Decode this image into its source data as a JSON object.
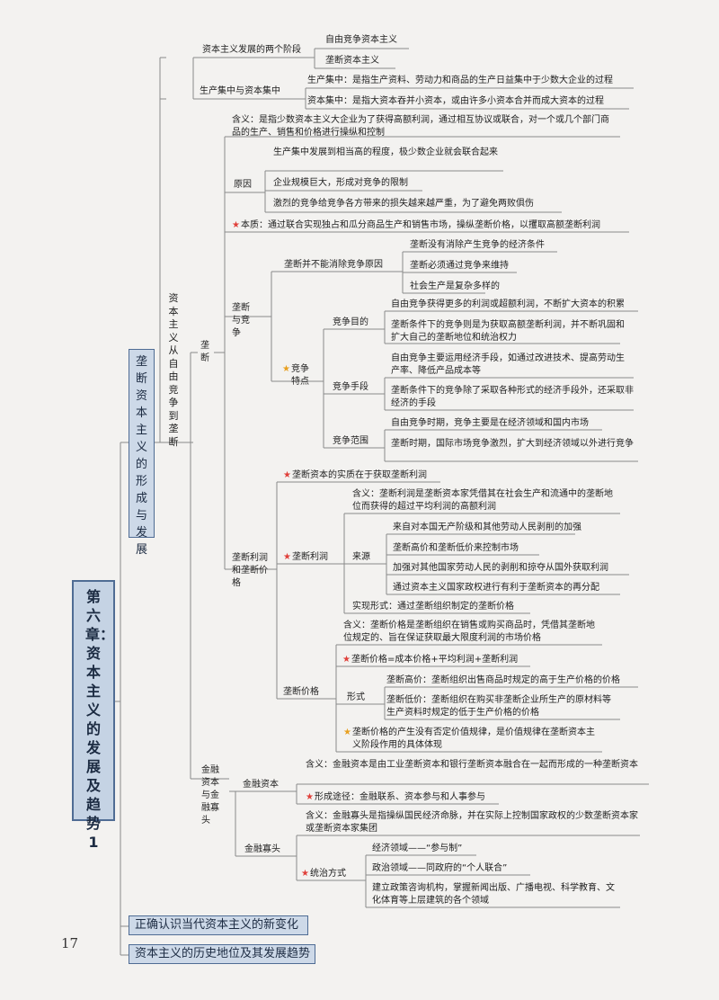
{
  "page_number": "17",
  "root": {
    "label": "第六章：资本主义的发展及趋势1"
  },
  "branch1": {
    "label": "垄断资本主义的形成与发展",
    "stages": {
      "label": "资本主义发展的两个阶段",
      "items": [
        "自由竞争资本主义",
        "垄断资本主义"
      ]
    },
    "concentration": {
      "label": "生产集中与资本集中",
      "items": [
        "生产集中：是指生产资料、劳动力和商品的生产日益集中于少数大企业的过程",
        "资本集中：是指大资本吞并小资本，或由许多小资本合并而成大资本的过程"
      ]
    },
    "free_to_monopoly": {
      "label": "资本主义从自由竞争到垄断",
      "monopoly": {
        "label": "垄断",
        "definition": "含义：是指少数资本主义大企业为了获得高额利润，通过相互协议或联合，对一个或几个部门商品的生产、销售和价格进行操纵和控制",
        "causes": {
          "label": "原因",
          "items": [
            "生产集中发展到相当高的程度，极少数企业就会联合起来",
            "企业规模巨大，形成对竞争的限制",
            "激烈的竞争给竞争各方带来的损失越来越严重，为了避免两败俱伤"
          ]
        },
        "essence": "本质：通过联合实现独占和瓜分商品生产和销售市场，操纵垄断价格，以攫取高额垄断利润",
        "competition": {
          "label": "垄断与竞争",
          "not_eliminate": {
            "label": "垄断并不能消除竞争原因",
            "items": [
              "垄断没有消除产生竞争的经济条件",
              "垄断必须通过竞争来维持",
              "社会生产是复杂多样的"
            ]
          },
          "features": {
            "label": "竞争特点",
            "purpose": {
              "label": "竞争目的",
              "items": [
                "自由竞争获得更多的利润或超额利润，不断扩大资本的积累",
                "垄断条件下的竞争则是为获取高额垄断利润，并不断巩固和扩大自己的垄断地位和统治权力"
              ]
            },
            "means": {
              "label": "竞争手段",
              "items": [
                "自由竞争主要运用经济手段，如通过改进技术、提高劳动生产率、降低产品成本等",
                "垄断条件下的竞争除了采取各种形式的经济手段外，还采取非经济的手段"
              ]
            },
            "scope": {
              "label": "竞争范围",
              "items": [
                "自由竞争时期，竞争主要是在经济领域和国内市场",
                "垄断时期，国际市场竞争激烈，扩大到经济领域以外进行竞争"
              ]
            }
          }
        },
        "profit_price": {
          "label": "垄断利润和垄断价格",
          "essence": "垄断资本的实质在于获取垄断利润",
          "profit": {
            "label": "垄断利润",
            "definition": "含义：垄断利润是垄断资本家凭借其在社会生产和流通中的垄断地位而获得的超过平均利润的高额利润",
            "source": {
              "label": "来源",
              "items": [
                "来自对本国无产阶级和其他劳动人民剥削的加强",
                "垄断高价和垄断低价来控制市场",
                "加强对其他国家劳动人民的剥削和掠夺从国外获取利润",
                "通过资本主义国家政权进行有利于垄断资本的再分配"
              ]
            },
            "form": "实现形式：通过垄断组织制定的垄断价格"
          },
          "price": {
            "label": "垄断价格",
            "definition": "含义：垄断价格是垄断组织在销售或购买商品时，凭借其垄断地位规定的、旨在保证获取最大限度利润的市场价格",
            "formula": "垄断价格=成本价格+平均利润+垄断利润",
            "forms": {
              "label": "形式",
              "items": [
                "垄断高价：垄断组织出售商品时规定的高于生产价格的价格",
                "垄断低价：垄断组织在购买非垄断企业所生产的原材料等生产资料时规定的低于生产价格的价格"
              ]
            },
            "law": "垄断价格的产生没有否定价值规律，是价值规律在垄断资本主义阶段作用的具体体现"
          }
        }
      },
      "finance": {
        "label": "金融资本与金融寡头",
        "capital": {
          "label": "金融资本",
          "definition": "含义：金融资本是由工业垄断资本和银行垄断资本融合在一起而形成的一种垄断资本",
          "path": "形成途径：金融联系、资本参与和人事参与"
        },
        "oligarchy": {
          "label": "金融寡头",
          "definition": "含义：金融寡头是指操纵国民经济命脉，并在实际上控制国家政权的少数垄断资本家或垄断资本家集团",
          "rule": {
            "label": "统治方式",
            "items": [
              "经济领域——“参与制”",
              "政治领域——同政府的“个人联合”",
              "建立政策咨询机构，掌握新闻出版、广播电视、科学教育、文化体育等上层建筑的各个领域"
            ]
          }
        }
      }
    }
  },
  "branch2": {
    "label": "正确认识当代资本主义的新变化"
  },
  "branch3": {
    "label": "资本主义的历史地位及其发展趋势"
  },
  "colors": {
    "line": "#8a8a8a",
    "star": "#e0403a",
    "box_fill": "#cdd9e8",
    "box_border": "#4f6c94"
  }
}
